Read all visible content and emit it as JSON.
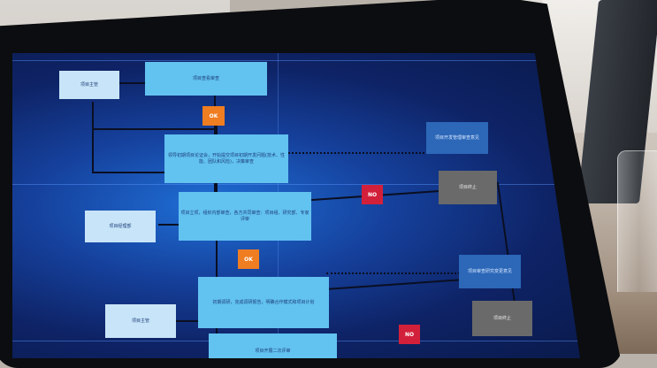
{
  "diagram": {
    "project_leader_1": "项目主管",
    "project_review": "项目查看审查",
    "ok_1": "OK",
    "proposal": "领导初期项目论证会，开始提交项目初期开发问题(技术、性能、团队和风险)，决策审查",
    "plan_review": "项目开发管理审查意见",
    "no_1": "NO",
    "project_stop_1": "项目终止",
    "project_manager": "项目经理部",
    "dev_team": "项目立项，组织内部审查，各方共同审查：项目组、研究部、专家评审",
    "ok_2": "OK",
    "review_feedback": "项目审查研究变更意见",
    "phase_work": "初期调研，完成调研报告，明确合作模式和项目计划",
    "project_leader_2": "项目主管",
    "project_stop_2": "项目终止",
    "second_review": "项目开展二次评审",
    "no_2": "NO"
  },
  "colors": {
    "box_blue": "#62c2f0",
    "ok_orange": "#ef7d22",
    "no_red": "#d3203a",
    "side_dark": "#2c67b8",
    "stop_gray": "#6a6a6a"
  }
}
